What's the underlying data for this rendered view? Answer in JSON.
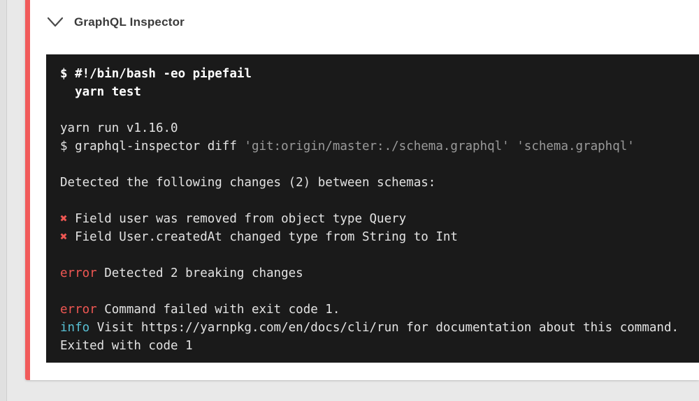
{
  "colors": {
    "accent": "#f15b5b",
    "terminal_bg": "#1a1a1a",
    "error": "#ef5753",
    "info": "#58c0d4",
    "dim": "#9a9a9a",
    "text": "#e3e3e3",
    "bold": "#ffffff"
  },
  "header": {
    "title": "GraphQL Inspector",
    "collapse_icon": "chevron-down"
  },
  "terminal": {
    "lines": [
      {
        "segments": [
          {
            "style": "bold",
            "text": "$ #!/bin/bash -eo pipefail"
          }
        ]
      },
      {
        "segments": [
          {
            "style": "bold",
            "text": "  yarn test"
          }
        ]
      },
      {
        "segments": []
      },
      {
        "segments": [
          {
            "style": "plain",
            "text": "yarn run v1.16.0"
          }
        ]
      },
      {
        "segments": [
          {
            "style": "plain",
            "text": "$ graphql-inspector diff "
          },
          {
            "style": "dim",
            "text": "'git:origin/master:./schema.graphql'"
          },
          {
            "style": "plain",
            "text": " "
          },
          {
            "style": "dim",
            "text": "'schema.graphql'"
          }
        ]
      },
      {
        "segments": []
      },
      {
        "segments": [
          {
            "style": "plain",
            "text": "Detected the following changes (2) between schemas:"
          }
        ]
      },
      {
        "segments": []
      },
      {
        "segments": [
          {
            "style": "cross",
            "text": "✖"
          },
          {
            "style": "plain",
            "text": " Field user was removed from object type Query"
          }
        ]
      },
      {
        "segments": [
          {
            "style": "cross",
            "text": "✖"
          },
          {
            "style": "plain",
            "text": " Field User.createdAt changed type from String to Int"
          }
        ]
      },
      {
        "segments": []
      },
      {
        "segments": [
          {
            "style": "error",
            "text": "error"
          },
          {
            "style": "plain",
            "text": " Detected 2 breaking changes"
          }
        ]
      },
      {
        "segments": []
      },
      {
        "segments": [
          {
            "style": "error",
            "text": "error"
          },
          {
            "style": "plain",
            "text": " Command failed with exit code 1."
          }
        ]
      },
      {
        "segments": [
          {
            "style": "info",
            "text": "info"
          },
          {
            "style": "plain",
            "text": " Visit https://yarnpkg.com/en/docs/cli/run for documentation about this command."
          }
        ]
      },
      {
        "segments": [
          {
            "style": "plain",
            "text": "Exited with code 1"
          }
        ]
      }
    ]
  }
}
